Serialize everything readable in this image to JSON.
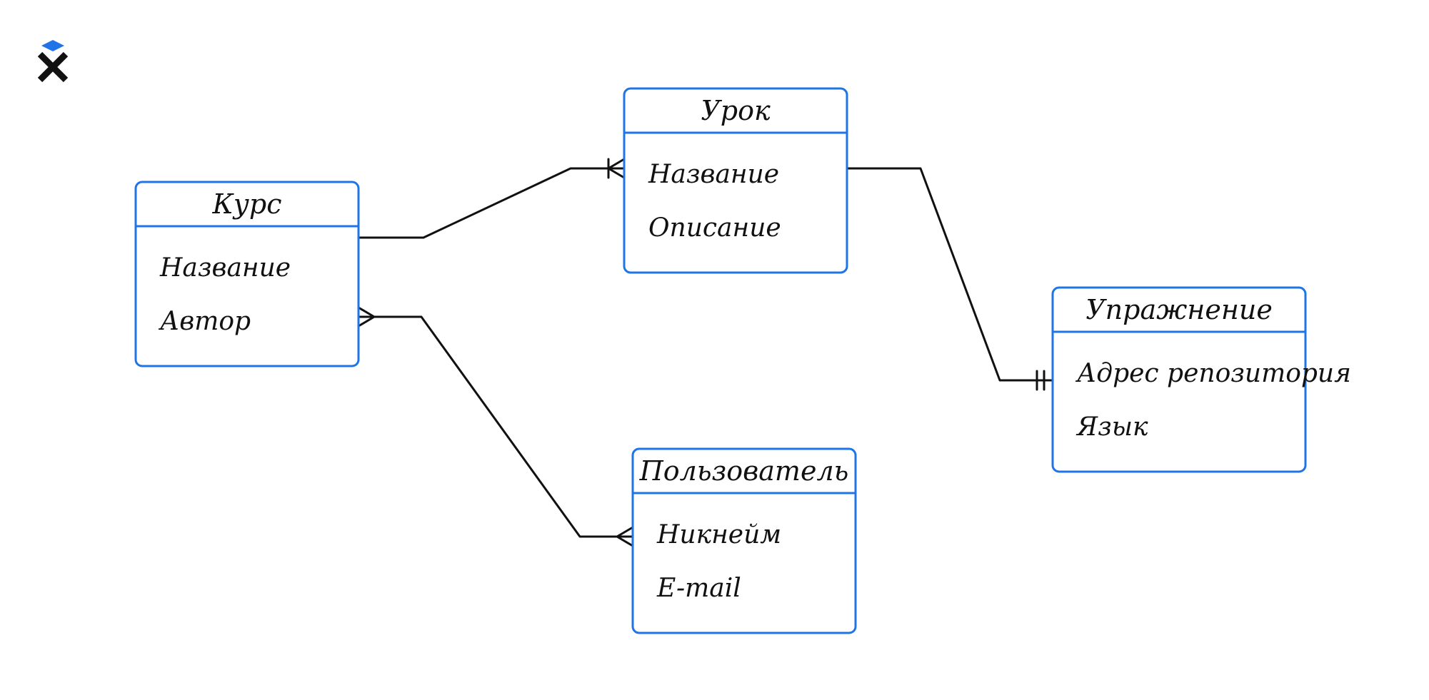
{
  "brand": {
    "logo_icon": "x-logo-icon",
    "colors": {
      "accent": "#1f74e8",
      "line": "#111111",
      "logo_dark": "#111111"
    }
  },
  "diagram": {
    "type": "entity-relationship",
    "entities": [
      {
        "id": "course",
        "title": "Курс",
        "attributes": [
          "Название",
          "Автор"
        ]
      },
      {
        "id": "lesson",
        "title": "Урок",
        "attributes": [
          "Название",
          "Описание"
        ]
      },
      {
        "id": "exercise",
        "title": "Упражнение",
        "attributes": [
          "Адрес репозитория",
          "Язык"
        ]
      },
      {
        "id": "user",
        "title": "Пользователь",
        "attributes": [
          "Никнейм",
          "E-mail"
        ]
      }
    ],
    "relationships": [
      {
        "from": "course",
        "to": "lesson",
        "from_end": "none",
        "to_end": "one-or-many"
      },
      {
        "from": "lesson",
        "to": "exercise",
        "from_end": "none",
        "to_end": "exactly-one"
      },
      {
        "from": "course",
        "to": "user",
        "from_end": "many",
        "to_end": "many"
      }
    ]
  }
}
